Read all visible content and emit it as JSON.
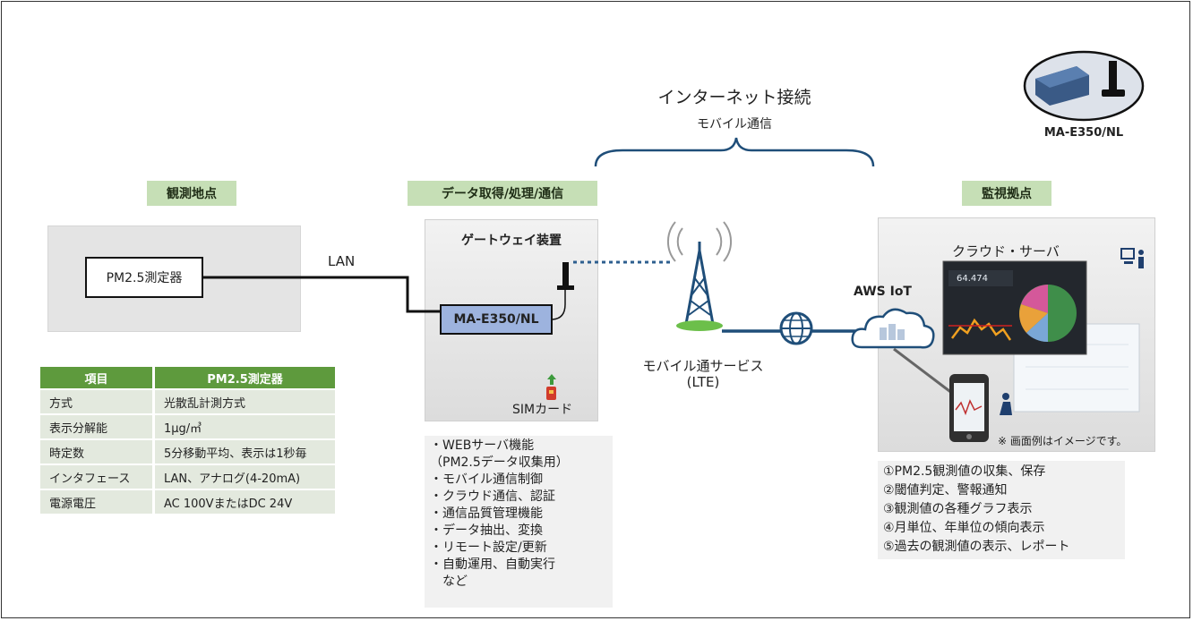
{
  "internet": {
    "title": "インターネット接続",
    "subtitle": "モバイル通信"
  },
  "device_logo": {
    "label": "MA-E350/NL"
  },
  "sections": {
    "observation": "観測地点",
    "data_processing": "データ取得/処理/通信",
    "monitoring": "監視拠点"
  },
  "observation": {
    "sensor_label": "PM2.5測定器",
    "link_label": "LAN"
  },
  "gateway": {
    "title": "ゲートウェイ装置",
    "device_label": "MA-E350/NL",
    "sim_label": "SIMカード"
  },
  "spec_table": {
    "headers": [
      "項目",
      "PM2.5測定器"
    ],
    "rows": [
      [
        "方式",
        "光散乱計測方式"
      ],
      [
        "表示分解能",
        "1µg/㎥"
      ],
      [
        "時定数",
        "5分移動平均、表示は1秒毎"
      ],
      [
        "インタフェース",
        "LAN、アナログ(4-20mA)"
      ],
      [
        "電源電圧",
        "AC 100VまたはDC 24V"
      ]
    ]
  },
  "gateway_functions": [
    "・WEBサーバ機能",
    "（PM2.5データ収集用）",
    "・モバイル通信制御",
    "・クラウド通信、認証",
    "・通信品質管理機能",
    "・データ抽出、変換",
    "・リモート設定/更新",
    "・自動運用、自動実行",
    "　など"
  ],
  "mobile_service": {
    "line1": "モバイル通サービス",
    "line2": "(LTE)"
  },
  "cloud": {
    "aws_label": "AWS IoT",
    "server_label": "クラウド・サーバ",
    "dashboard_value": "64.474",
    "note": "※ 画面例はイメージです。"
  },
  "monitoring_functions": [
    "①PM2.5観測値の収集、保存",
    "②閾値判定、警報通知",
    "③観測値の各種グラフ表示",
    "④月単位、年単位の傾向表示",
    "⑤過去の観測値の表示、レポート"
  ],
  "colors": {
    "section_label_bg": "#c6dfb6",
    "table_header_bg": "#5e9a3d",
    "device_box_bg": "#9db3de",
    "network_blue": "#1f4e79",
    "antenna_gray": "#888888"
  }
}
